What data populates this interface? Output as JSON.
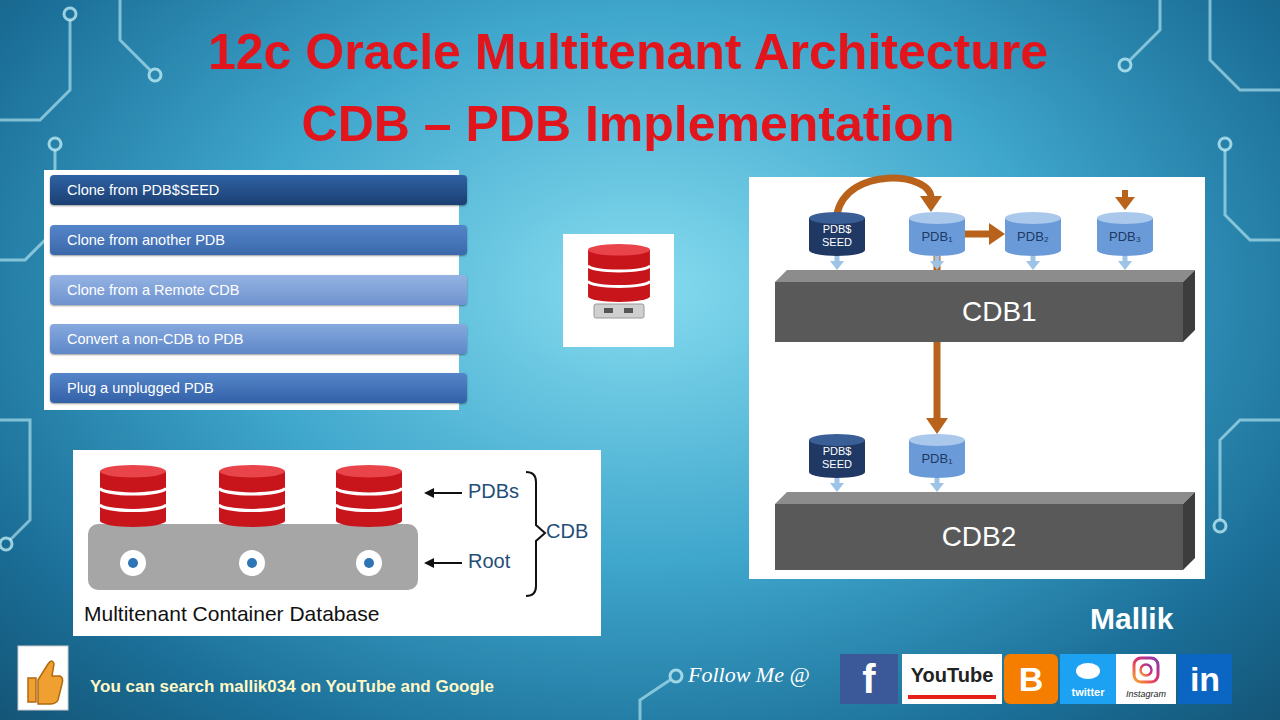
{
  "diagram": {
    "title": "12c Oracle Multitenant Architecture CDB – PDB Implementation",
    "nodes": [
      {
        "text": [
          "Clone from PDB$SEED"
        ]
      },
      {
        "text": [
          "Clone from another PDB"
        ]
      },
      {
        "text": [
          "Clone from a Remote CDB"
        ]
      },
      {
        "text": [
          "Convert a non-CDB to PDB"
        ]
      },
      {
        "text": [
          "Plug a unplugged PDB"
        ]
      },
      {
        "text": [
          "PDB$ SEED"
        ]
      },
      {
        "text": [
          "PDB₁"
        ]
      },
      {
        "text": [
          "PDB₂"
        ]
      },
      {
        "text": [
          "PDB₃"
        ]
      },
      {
        "text": [
          "CDB1"
        ]
      },
      {
        "text": [
          "PDB$ SEED"
        ]
      },
      {
        "text": [
          "PDB₁"
        ]
      },
      {
        "text": [
          "CDB2"
        ]
      }
    ],
    "edges": [
      {
        "from": 5,
        "to": 6,
        "arrow": "to"
      },
      {
        "from": 6,
        "to": 7,
        "arrow": "to"
      },
      {
        "from": 6,
        "to": 11,
        "arrow": "to"
      },
      {
        "from": 5,
        "to": 9,
        "arrow": "to"
      },
      {
        "from": 6,
        "to": 9,
        "arrow": "to"
      },
      {
        "from": 7,
        "to": 9,
        "arrow": "to"
      },
      {
        "from": 8,
        "to": 9,
        "arrow": "to"
      },
      {
        "from": 10,
        "to": 12,
        "arrow": "to"
      },
      {
        "from": 11,
        "to": 12,
        "arrow": "to"
      }
    ],
    "labels": [
      "PDBs",
      "Root",
      "CDB",
      "Multitenant Container Database",
      "Mallik",
      "Follow Me @",
      "f",
      "YouTube",
      "B",
      "twitter",
      "Instagram",
      "in",
      "You can search mallik034 on YouTube and Google"
    ]
  }
}
